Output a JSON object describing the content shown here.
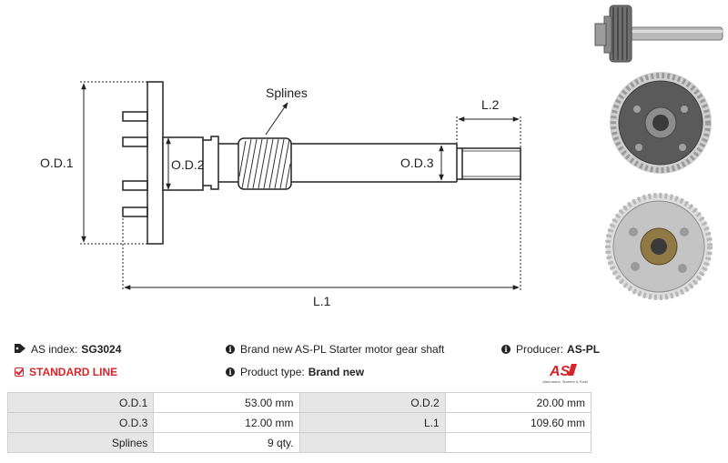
{
  "drawing": {
    "label_od1": "O.D.1",
    "label_od2": "O.D.2",
    "label_od3": "O.D.3",
    "label_l1": "L.1",
    "label_l2": "L.2",
    "label_splines": "Splines"
  },
  "info": {
    "as_index_label": "AS index:",
    "as_index_value": "SG3024",
    "standard_line": "STANDARD LINE",
    "description": "Brand new AS-PL Starter motor gear shaft",
    "product_type_label": "Product type:",
    "product_type_value": "Brand new",
    "producer_label": "Producer:",
    "producer_value": "AS-PL"
  },
  "logo": {
    "mark": "AS",
    "tagline": "Alternators, Starters & Parts",
    "color": "#d6252a"
  },
  "specs": {
    "rows": [
      {
        "l1": "O.D.1",
        "v1": "53.00 mm",
        "l2": "O.D.2",
        "v2": "20.00 mm"
      },
      {
        "l1": "O.D.3",
        "v1": "12.00 mm",
        "l2": "L.1",
        "v2": "109.60 mm"
      },
      {
        "l1": "Splines",
        "v1": "9 qty.",
        "l2": "",
        "v2": ""
      }
    ]
  },
  "colors": {
    "accent": "#d6252a",
    "header_cell": "#e6e6e6",
    "border": "#cfcfcf"
  }
}
